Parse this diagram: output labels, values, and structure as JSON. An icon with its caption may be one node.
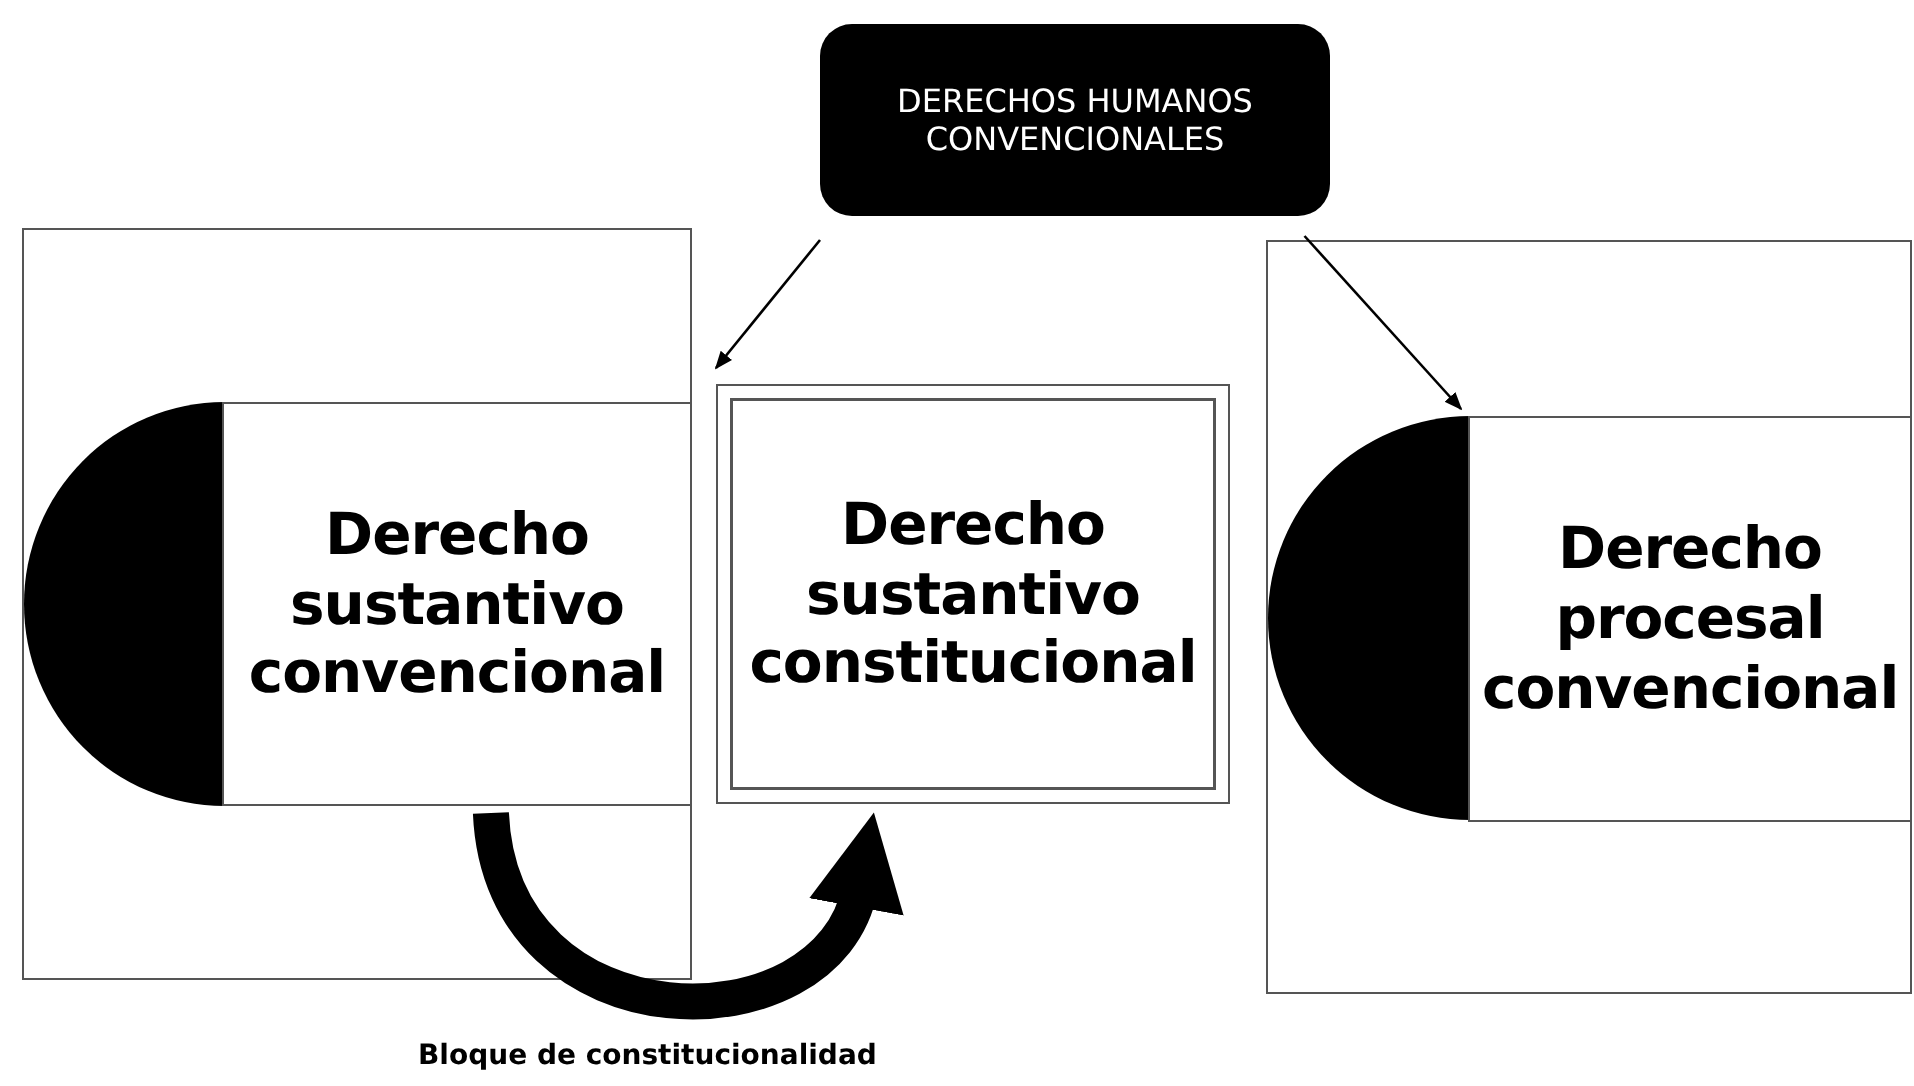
{
  "diagram": {
    "nodes": [
      {
        "text": [
          "DERECHOS HUMANOS CONVENCIONALES"
        ]
      },
      {
        "text": [],
        "shape": "box"
      },
      {
        "text": [],
        "shape": "semicircle",
        "in": 1
      },
      {
        "text": [
          "Derecho sustantivo convencional"
        ],
        "in": 1
      },
      {
        "text": [
          "Derecho sustantivo constitucional"
        ]
      },
      {
        "text": [],
        "shape": "box"
      },
      {
        "text": [],
        "shape": "semicircle",
        "in": 5
      },
      {
        "text": [
          "Derecho procesal convencional"
        ],
        "in": 5
      }
    ],
    "edges": [
      {
        "from": 0,
        "to": 4,
        "arrow": "to"
      },
      {
        "from": 0,
        "to": 7,
        "arrow": "to"
      },
      {
        "from": 3,
        "to": 4,
        "arrow": "to",
        "style": "thick",
        "label": "Bloque de constitucionalidad"
      }
    ]
  }
}
